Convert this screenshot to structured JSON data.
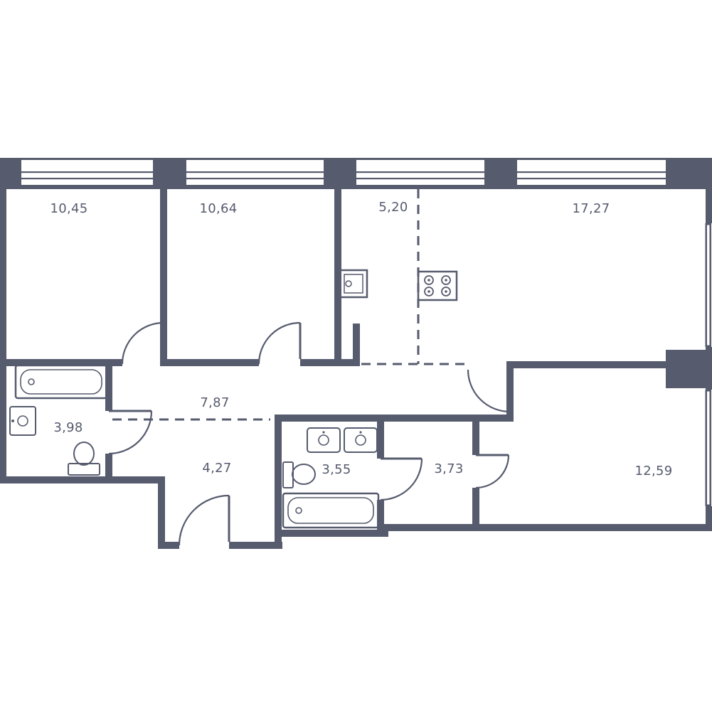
{
  "palette": {
    "wall": "#565b6e",
    "background": "#ffffff",
    "label_text": "#565b6e"
  },
  "floorplan": {
    "type": "apartment floor plan",
    "rooms": [
      {
        "id": "room-top-left",
        "area": "10,45"
      },
      {
        "id": "room-top-mid",
        "area": "10,64"
      },
      {
        "id": "kitchen-zone",
        "area": "5,20"
      },
      {
        "id": "living-room",
        "area": "17,27"
      },
      {
        "id": "corridor",
        "area": "7,87"
      },
      {
        "id": "bathroom-left",
        "area": "3,98"
      },
      {
        "id": "entrance-hall",
        "area": "4,27"
      },
      {
        "id": "bathroom-bottom",
        "area": "3,55"
      },
      {
        "id": "small-room",
        "area": "3,73"
      },
      {
        "id": "room-bottom-right",
        "area": "12,59"
      }
    ],
    "icons": {
      "fixtures": [
        "bathtub",
        "washbasin",
        "toilet",
        "double-washbasin",
        "kitchen-sink",
        "stove-burners"
      ],
      "door_symbol": "quarter-arc",
      "window_symbol": "double-line"
    }
  }
}
